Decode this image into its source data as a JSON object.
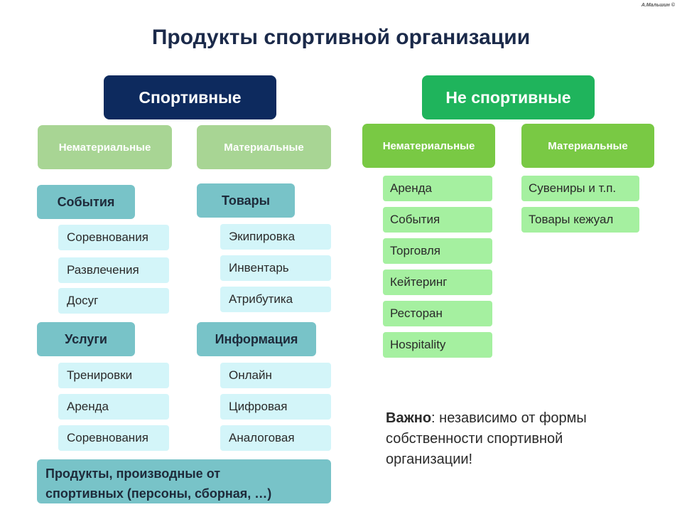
{
  "credit": "А.Мальшин ©",
  "title": "Продукты спортивной организации",
  "sport": {
    "label": "Спортивные",
    "intangible": {
      "label": "Нематериальные",
      "events": {
        "label": "События",
        "items": [
          "Соревнования",
          "Развлечения",
          "Досуг"
        ]
      },
      "services": {
        "label": "Услуги",
        "items": [
          "Тренировки",
          "Аренда",
          "Соревнования"
        ]
      }
    },
    "tangible": {
      "label": "Материальные",
      "goods": {
        "label": "Товары",
        "items": [
          "Экипировка",
          "Инвентарь",
          "Атрибутика"
        ]
      },
      "info": {
        "label": "Информация",
        "items": [
          "Онлайн",
          "Цифровая",
          "Аналоговая"
        ]
      }
    },
    "derived": {
      "line1": "Продукты, производные от",
      "line2": "спортивных (персоны, сборная, …)"
    }
  },
  "nonsport": {
    "label": "Не спортивные",
    "intangible": {
      "label": "Нематериальные",
      "items": [
        "Аренда",
        "События",
        "Торговля",
        "Кейтеринг",
        "Ресторан",
        "Hospitality"
      ]
    },
    "tangible": {
      "label": "Материальные",
      "items": [
        "Сувениры и т.п.",
        "Товары кежуал"
      ]
    }
  },
  "note": {
    "bold": "Важно",
    "rest": ": независимо от формы собственности спортивной организации!"
  }
}
